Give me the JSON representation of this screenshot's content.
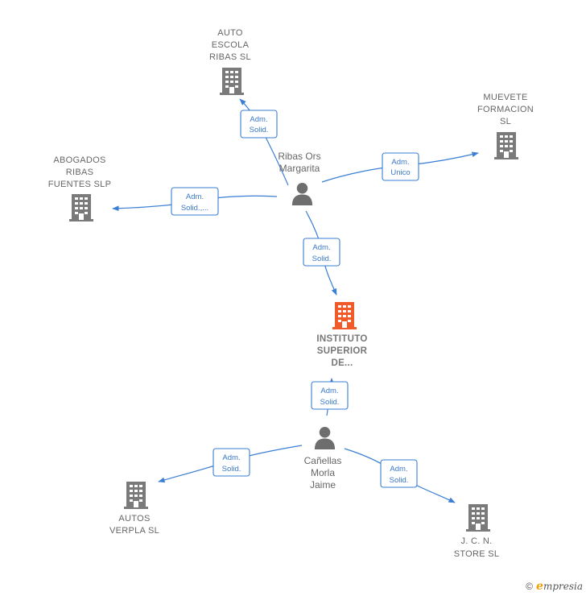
{
  "colors": {
    "edge": "#3a7fd5",
    "company": "#7a7a7a",
    "company_main": "#f15a29",
    "person": "#6e6e6e"
  },
  "nodes": [
    {
      "id": "auto-escola",
      "type": "company",
      "lines": [
        "AUTO",
        "ESCOLA",
        "RIBAS SL"
      ]
    },
    {
      "id": "muevete",
      "type": "company",
      "lines": [
        "MUEVETE",
        "FORMACION",
        "SL"
      ]
    },
    {
      "id": "abogados",
      "type": "company",
      "lines": [
        "ABOGADOS",
        "RIBAS",
        "FUENTES  SLP"
      ]
    },
    {
      "id": "instituto",
      "type": "company_main",
      "lines": [
        "INSTITUTO",
        "SUPERIOR",
        "DE..."
      ]
    },
    {
      "id": "autos-verpla",
      "type": "company",
      "lines": [
        "AUTOS",
        "VERPLA SL"
      ]
    },
    {
      "id": "jcn",
      "type": "company",
      "lines": [
        "J.  C.  N.",
        "STORE SL"
      ]
    },
    {
      "id": "ribas-ors",
      "type": "person",
      "lines": [
        "Ribas Ors",
        "Margarita"
      ]
    },
    {
      "id": "canellas",
      "type": "person",
      "lines": [
        "Cañellas",
        "Morla",
        "Jaime"
      ]
    }
  ],
  "edges": [
    {
      "id": "e1",
      "label": [
        "Adm.",
        "Solid."
      ]
    },
    {
      "id": "e2",
      "label": [
        "Adm.",
        "Unico"
      ]
    },
    {
      "id": "e3",
      "label": [
        "Adm.",
        "Solid.,..."
      ]
    },
    {
      "id": "e4",
      "label": [
        "Adm.",
        "Solid."
      ]
    },
    {
      "id": "e5",
      "label": [
        "Adm.",
        "Solid."
      ]
    },
    {
      "id": "e6",
      "label": [
        "Adm.",
        "Solid."
      ]
    },
    {
      "id": "e7",
      "label": [
        "Adm.",
        "Solid."
      ]
    }
  ],
  "footer": {
    "copyright": "©",
    "brand_initial": "e",
    "brand_rest": "mpresia"
  }
}
